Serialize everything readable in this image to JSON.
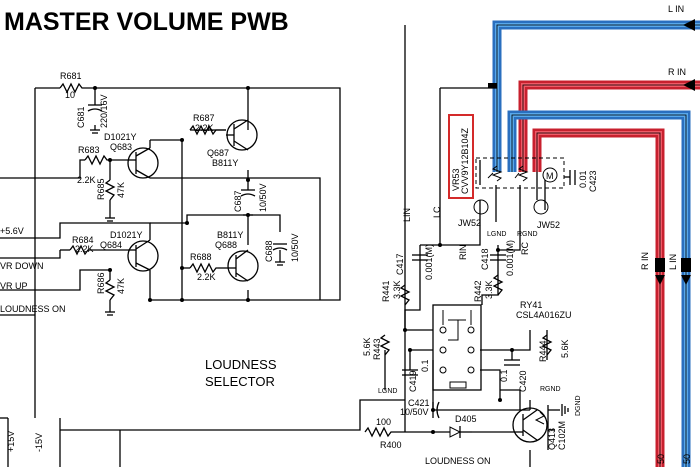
{
  "title": "MASTER VOLUME PWB",
  "labels": {
    "l_in_top": "L IN",
    "r_in_top": "R IN",
    "r_in_vert": "R IN",
    "l_in_vert": "L IN",
    "vr53": "VR53",
    "vr53_part": "CVV9Y12B104Z",
    "r681": "R681",
    "r681_val": "10",
    "c681": "C681",
    "c681_val": "220/16V",
    "r687": "R687",
    "r687_val": "2.2K",
    "q687": "Q687",
    "q687_part": "B811Y",
    "d1021y_a": "D1021Y",
    "q683": "Q683",
    "r683": "R683",
    "r683_val": "2.2K",
    "r685": "R685",
    "r685_val": "47K",
    "c687": "C687",
    "c687_val": "10/50V",
    "plus56": "+5.6V",
    "r684": "R684",
    "r684_val": "2.2K",
    "d1021y_b": "D1021Y",
    "q684": "Q684",
    "b811y_b": "B811Y",
    "q688": "Q688",
    "r688": "R688",
    "r688_val": "2.2K",
    "c688": "C688",
    "c688_val": "10/50V",
    "vr_down": "VR DOWN",
    "vr_up": "VR UP",
    "r686": "R686",
    "r686_val": "47K",
    "loudness_on_left": "LOUDNESS ON",
    "loudness": "LOUDNESS",
    "selector": "SELECTOR",
    "lin": "LIN",
    "lc": "LC",
    "jw52_a": "JW52",
    "lgnd_a": "LGND",
    "rgnd_a": "RGND",
    "jw52_b": "JW52",
    "rc": "RC",
    "rin": "RIN",
    "c423": "C423",
    "c423_val": "0.01",
    "c417": "C417",
    "c417_val": "0.001(M)",
    "c418": "C418",
    "c418_val": "0.001(M)",
    "r441": "R441",
    "r441_val": "3.3K",
    "r442": "R442",
    "r442_val": "3.3K",
    "ry41": "RY41",
    "ry41_part": "CSL4A016ZU",
    "r443": "R443",
    "r443_val": "5.6K",
    "c419": "C419",
    "c419_val": "0.1",
    "lgnd_b": "LGND",
    "c420": "C420",
    "c420_val": "0.1",
    "r444": "R444",
    "r444_val": "5.6K",
    "rgnd_b": "RGND",
    "c421": "C421",
    "c421_val": "10/50V",
    "dgnd": "DGND",
    "r400_val": "100",
    "r400": "R400",
    "d405": "D405",
    "q413": "Q413",
    "q413_part": "C102M",
    "loudness_on_bottom": "LOUDNESS ON",
    "p15v": "+15V",
    "m15v": "-15V",
    "fifty_a": "50",
    "fifty_b": "50",
    "motor": "M"
  },
  "colors": {
    "blue_trace": "#3f8fd6",
    "red_trace": "#e0303e",
    "highlight_box": "#d42a2a"
  },
  "icons": [
    "arrow-icon",
    "resistor-icon",
    "capacitor-icon",
    "transistor-icon",
    "motor-icon",
    "diode-icon",
    "ground-icon"
  ]
}
